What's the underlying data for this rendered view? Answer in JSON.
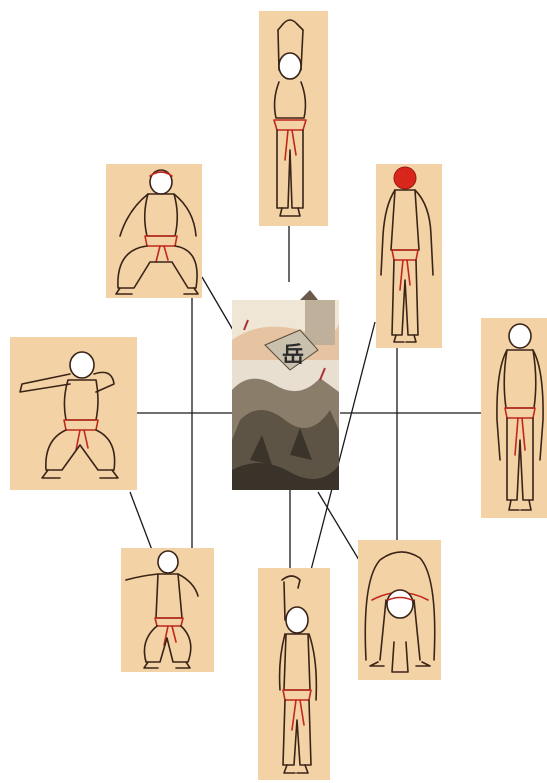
{
  "center": {
    "banner_character": "岳",
    "description_icon": "battle-painting-image"
  },
  "figures": [
    {
      "id": "arms-overhead-standing",
      "icon": "figure-arms-raised-icon"
    },
    {
      "id": "standing-red-head",
      "icon": "figure-standing-red-head-icon"
    },
    {
      "id": "standing-arms-down",
      "icon": "figure-standing-arms-down-icon"
    },
    {
      "id": "forward-bend",
      "icon": "figure-forward-bend-icon"
    },
    {
      "id": "one-arm-raised",
      "icon": "figure-one-arm-raised-icon"
    },
    {
      "id": "low-stance-twist",
      "icon": "figure-low-stance-twist-icon"
    },
    {
      "id": "horse-stance-push",
      "icon": "figure-horse-stance-push-icon"
    },
    {
      "id": "squat-hands-on-knees",
      "icon": "figure-squat-hands-knees-icon"
    }
  ],
  "colors": {
    "panel_background": "#f3d3a6",
    "ink": "#3a2418",
    "accent_red": "#c0281c"
  }
}
